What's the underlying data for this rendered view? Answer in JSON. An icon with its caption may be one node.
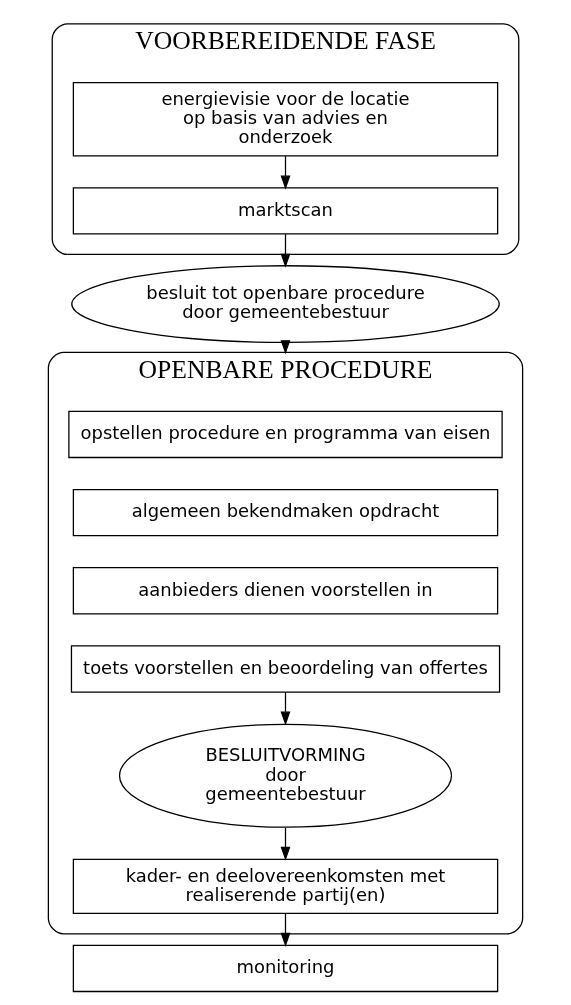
{
  "diagram": {
    "nodes": [
      {
        "text": [
          "VOORBEREIDENDE FASE"
        ]
      },
      {
        "text": [
          "energievisie voor de locatie op basis van advies en onderzoek"
        ],
        "in": 0
      },
      {
        "text": [
          "marktscan"
        ],
        "in": 0
      },
      {
        "text": [
          "besluit tot openbare procedure door gemeentebestuur"
        ]
      },
      {
        "text": [
          "OPENBARE PROCEDURE"
        ]
      },
      {
        "text": [
          "opstellen procedure en programma van eisen"
        ],
        "in": 4
      },
      {
        "text": [
          "algemeen bekendmaken opdracht"
        ],
        "in": 4
      },
      {
        "text": [
          "aanbieders dienen voorstellen in"
        ],
        "in": 4
      },
      {
        "text": [
          "toets voorstellen en beoordeling van offertes"
        ],
        "in": 4
      },
      {
        "text": [
          "BESLUITVORMING door gemeentebestuur"
        ],
        "in": 4
      },
      {
        "text": [
          "kader- en deelovereenkomsten met realiserende partij(en)"
        ],
        "in": 4
      },
      {
        "text": [
          "monitoring"
        ]
      }
    ],
    "edges": [
      {
        "from": 1,
        "to": 2,
        "arrow": "to"
      },
      {
        "from": 2,
        "to": 3,
        "arrow": "to"
      },
      {
        "from": 3,
        "to": 4,
        "arrow": "to"
      },
      {
        "from": 8,
        "to": 9,
        "arrow": "to"
      },
      {
        "from": 9,
        "to": 10,
        "arrow": "to"
      },
      {
        "from": 10,
        "to": 11,
        "arrow": "to"
      }
    ]
  }
}
